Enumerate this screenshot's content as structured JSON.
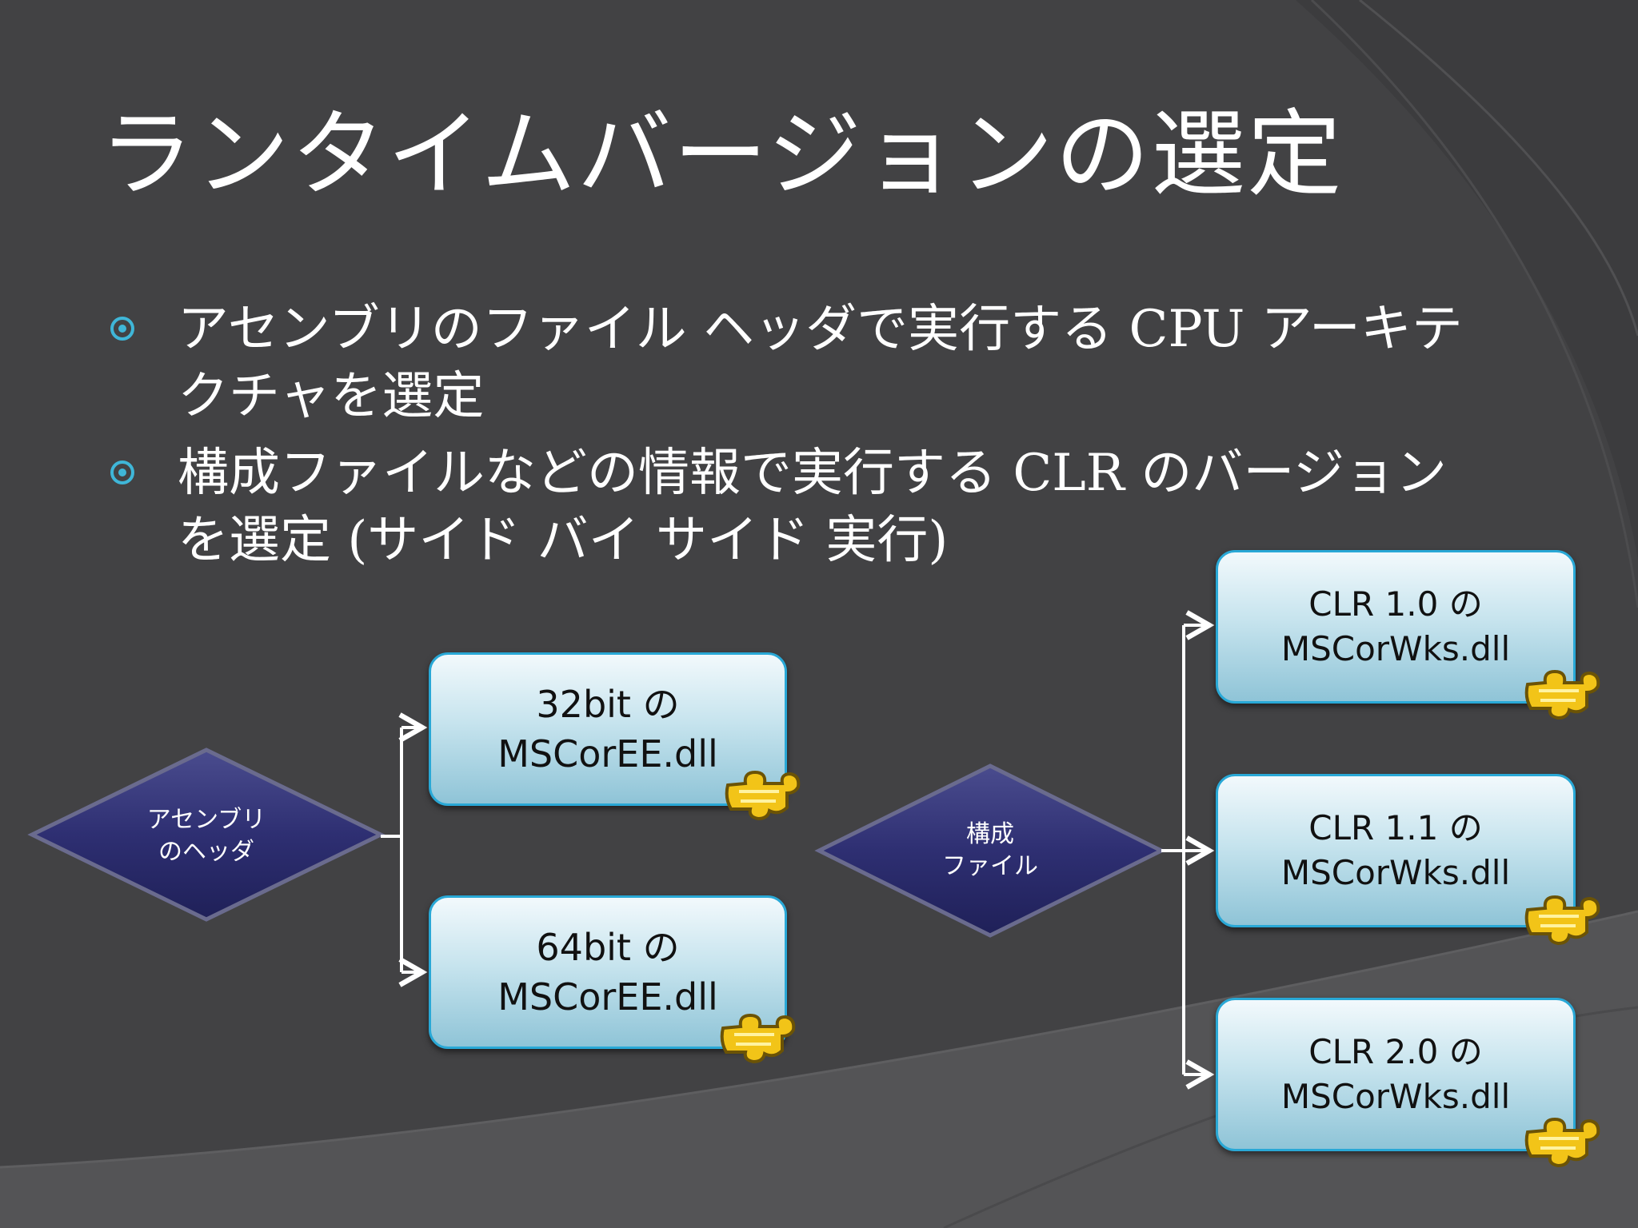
{
  "slide": {
    "title": "ランタイムバージョンの選定",
    "bullets": [
      {
        "lines": [
          "アセンブリのファイル ヘッダで実行する CPU アーキテ",
          "クチャを選定"
        ]
      },
      {
        "lines": [
          "構成ファイルなどの情報で実行する CLR のバージョン",
          "を選定 (サイド バイ サイド 実行)"
        ]
      }
    ]
  },
  "diagram": {
    "decision_header": {
      "lines": [
        "アセンブリ",
        "のヘッダ"
      ]
    },
    "decision_config": {
      "lines": [
        "構成",
        "ファイル"
      ]
    },
    "coree_boxes": [
      {
        "line1": "32bit の",
        "line2": "MSCorEE.dll"
      },
      {
        "line1": "64bit の",
        "line2": "MSCorEE.dll"
      }
    ],
    "corwks_boxes": [
      {
        "line1": "CLR 1.0 の",
        "line2": "MSCorWks.dll"
      },
      {
        "line1": "CLR 1.1 の",
        "line2": "MSCorWks.dll"
      },
      {
        "line1": "CLR 2.0 の",
        "line2": "MSCorWks.dll"
      }
    ],
    "icons": {
      "bullet": "circle-bullet-icon",
      "component": "puzzle-piece-icon"
    },
    "colors": {
      "background": "#424244",
      "accent": "#3fb6d8",
      "diamond": "#2e2f72",
      "box_border": "#29a8d6",
      "puzzle": "#f2c418"
    }
  }
}
